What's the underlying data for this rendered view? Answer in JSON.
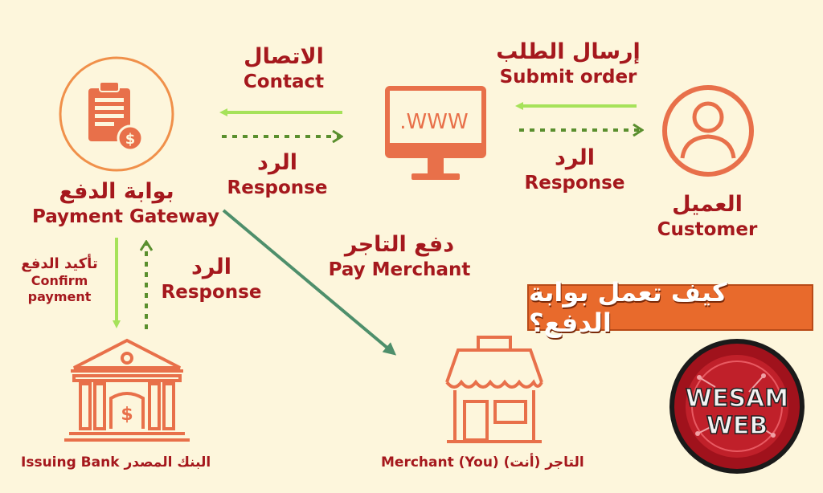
{
  "nodes": {
    "gateway": {
      "label_ar": "بوابة الدفع",
      "label_en": "Payment Gateway"
    },
    "website": {
      "screen_text": ".WWW"
    },
    "customer": {
      "label_ar": "العميل",
      "label_en": "Customer"
    },
    "bank": {
      "label": "Issuing Bank البنك المصدر"
    },
    "merchant": {
      "label": "Merchant (You) (أنت) التاجر"
    }
  },
  "edges": {
    "contact": {
      "ar": "الاتصال",
      "en": "Contact"
    },
    "response_top": {
      "ar": "الرد",
      "en": "Response"
    },
    "submit_order": {
      "ar": "إرسال الطلب",
      "en": "Submit order"
    },
    "response_customer": {
      "ar": "الرد",
      "en": "Response"
    },
    "confirm_payment": {
      "ar": "تأكيد الدفع",
      "en_line1": "Confirm",
      "en_line2": "payment"
    },
    "response_bank": {
      "ar": "الرد",
      "en": "Response"
    },
    "pay_merchant": {
      "ar": "دفع التاجر",
      "en": "Pay Merchant"
    }
  },
  "title": "كيف تعمل بوابة الدفع؟",
  "logo": {
    "line1": "WESAM",
    "line2": "WEB"
  },
  "colors": {
    "background": "#fdf6dc",
    "icon": "#e8704a",
    "text": "#a5181d",
    "solid_arrow": "#a6e25a",
    "dashed_arrow": "#5a8f2e",
    "diagonal_arrow": "#4e8f6b",
    "title_box": "#e86a2c"
  }
}
